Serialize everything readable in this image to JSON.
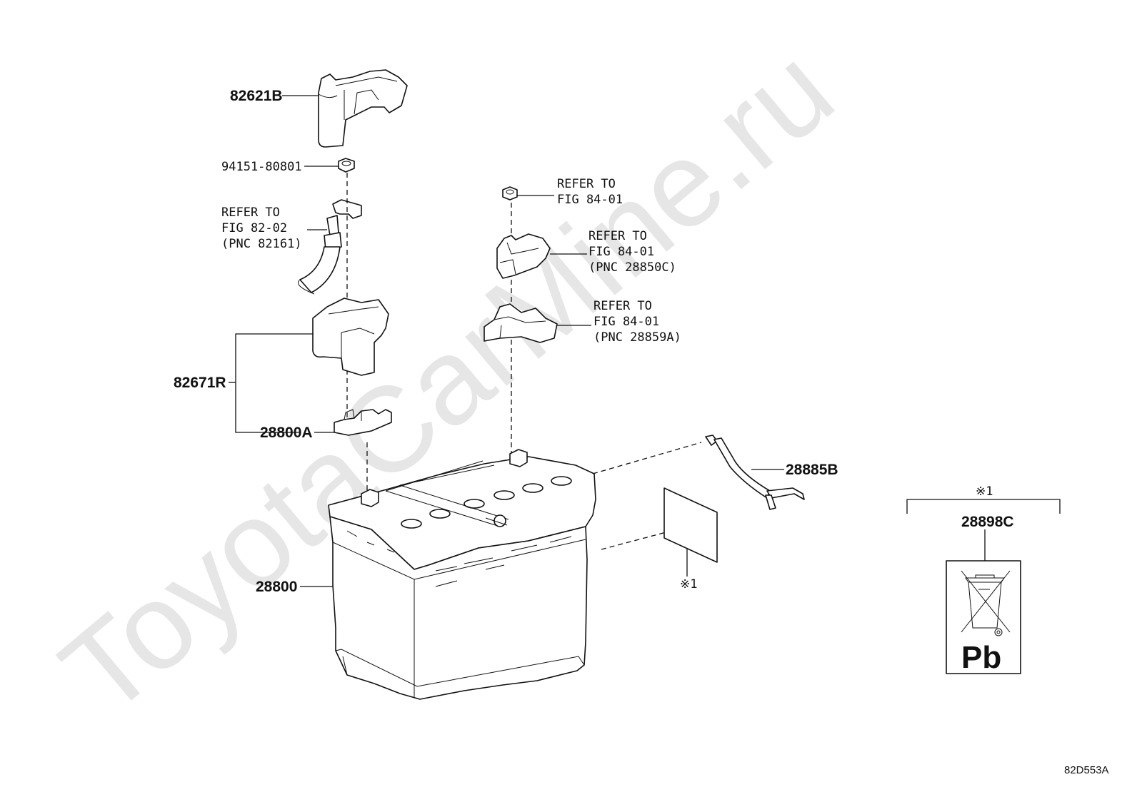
{
  "watermark": "ToyotaCarMine.ru",
  "diagram_code": "82D553A",
  "labels": {
    "p82621B": "82621B",
    "p94151": "94151-80801",
    "ref1_l1": "REFER TO",
    "ref1_l2": "FIG 82-02",
    "ref1_l3": "(PNC 82161)",
    "p82671R": "82671R",
    "p28800A": "28800A",
    "p28800": "28800",
    "ref2_l1": "REFER TO",
    "ref2_l2": "FIG 84-01",
    "ref3_l1": "REFER TO",
    "ref3_l2": "FIG 84-01",
    "ref3_l3": "(PNC 28850C)",
    "ref4_l1": "REFER TO",
    "ref4_l2": "FIG 84-01",
    "ref4_l3": "(PNC 28859A)",
    "p28885B": "28885B",
    "note1": "※1",
    "note1_top": "※1",
    "p28898C": "28898C",
    "pb": "Pb"
  },
  "icons": {
    "recycle_bin": "crossed-out-wheelie-bin-icon"
  }
}
